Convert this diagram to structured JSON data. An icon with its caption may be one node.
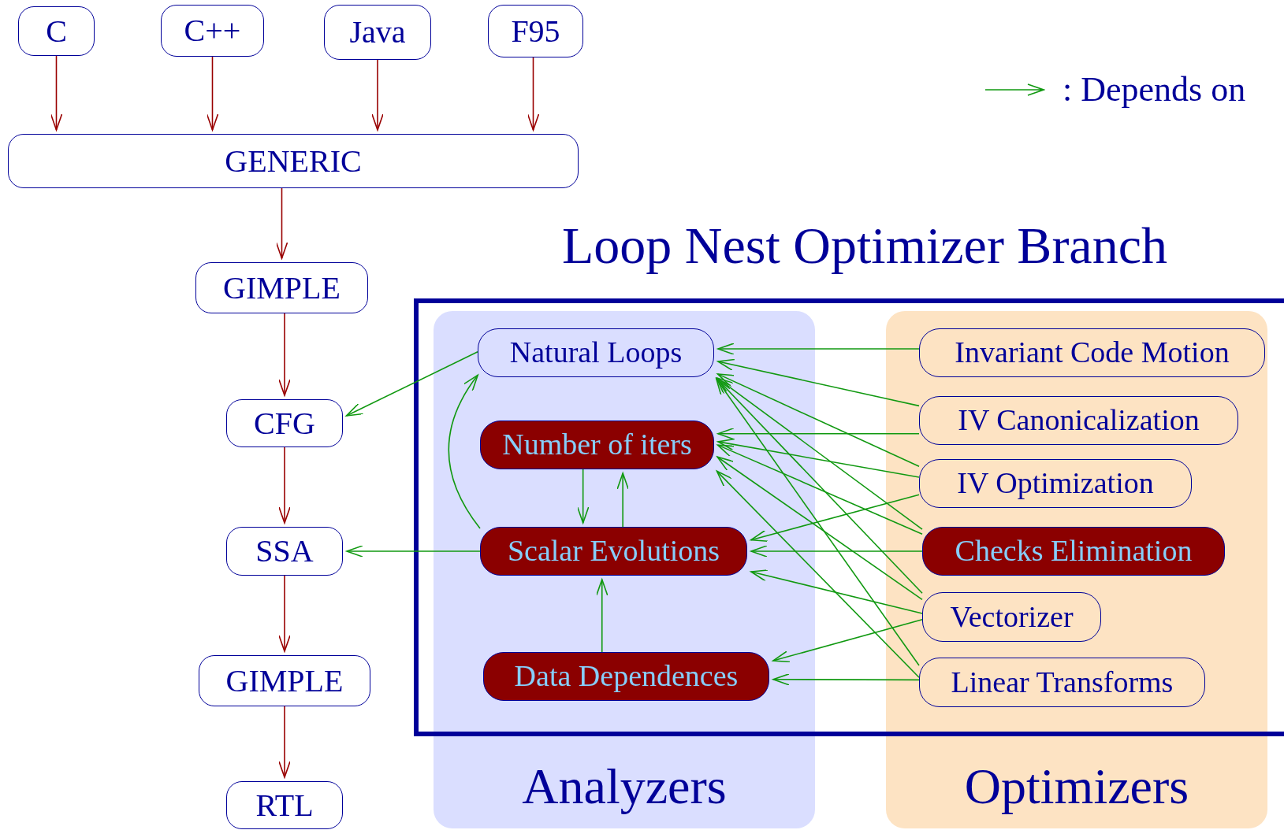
{
  "diagram": {
    "title": "Loop Nest Optimizer Branch",
    "nodes": [
      {
        "text": [
          "C"
        ]
      },
      {
        "text": [
          "C++"
        ]
      },
      {
        "text": [
          "Java"
        ]
      },
      {
        "text": [
          "F95"
        ]
      },
      {
        "text": [
          "GENERIC"
        ]
      },
      {
        "text": [
          "GIMPLE"
        ]
      },
      {
        "text": [
          "CFG"
        ]
      },
      {
        "text": [
          "SSA"
        ]
      },
      {
        "text": [
          "GIMPLE"
        ]
      },
      {
        "text": [
          "RTL"
        ]
      },
      {
        "text": [
          "Analyzers"
        ]
      },
      {
        "text": [
          "Optimizers"
        ]
      },
      {
        "text": [
          "Natural Loops"
        ],
        "in": 10
      },
      {
        "text": [
          "Number of iters"
        ],
        "in": 10
      },
      {
        "text": [
          "Scalar Evolutions"
        ],
        "in": 10
      },
      {
        "text": [
          "Data Dependences"
        ],
        "in": 10
      },
      {
        "text": [
          "Invariant Code Motion"
        ],
        "in": 11
      },
      {
        "text": [
          "IV Canonicalization"
        ],
        "in": 11
      },
      {
        "text": [
          "IV Optimization"
        ],
        "in": 11
      },
      {
        "text": [
          "Checks Elimination"
        ],
        "in": 11
      },
      {
        "text": [
          "Vectorizer"
        ],
        "in": 11
      },
      {
        "text": [
          "Linear Transforms"
        ],
        "in": 11
      }
    ],
    "edges": [
      {
        "from": 0,
        "to": 4,
        "arrow": "to",
        "color": "#990000"
      },
      {
        "from": 1,
        "to": 4,
        "arrow": "to",
        "color": "#990000"
      },
      {
        "from": 2,
        "to": 4,
        "arrow": "to",
        "color": "#990000"
      },
      {
        "from": 3,
        "to": 4,
        "arrow": "to",
        "color": "#990000"
      },
      {
        "from": 4,
        "to": 5,
        "arrow": "to",
        "color": "#990000"
      },
      {
        "from": 5,
        "to": 6,
        "arrow": "to",
        "color": "#990000"
      },
      {
        "from": 6,
        "to": 7,
        "arrow": "to",
        "color": "#990000"
      },
      {
        "from": 7,
        "to": 8,
        "arrow": "to",
        "color": "#990000"
      },
      {
        "from": 8,
        "to": 9,
        "arrow": "to",
        "color": "#990000"
      },
      {
        "from": 12,
        "to": 6,
        "arrow": "to"
      },
      {
        "from": 14,
        "to": 7,
        "arrow": "to"
      },
      {
        "from": 14,
        "to": 12,
        "arrow": "to"
      },
      {
        "from": 13,
        "to": 14,
        "arrow": "to"
      },
      {
        "from": 14,
        "to": 13,
        "arrow": "to"
      },
      {
        "from": 15,
        "to": 14,
        "arrow": "to"
      },
      {
        "from": 16,
        "to": 12,
        "arrow": "to"
      },
      {
        "from": 17,
        "to": 12,
        "arrow": "to"
      },
      {
        "from": 17,
        "to": 13,
        "arrow": "to"
      },
      {
        "from": 18,
        "to": 12,
        "arrow": "to"
      },
      {
        "from": 18,
        "to": 13,
        "arrow": "to"
      },
      {
        "from": 18,
        "to": 14,
        "arrow": "to"
      },
      {
        "from": 19,
        "to": 12,
        "arrow": "to"
      },
      {
        "from": 19,
        "to": 13,
        "arrow": "to"
      },
      {
        "from": 19,
        "to": 14,
        "arrow": "to"
      },
      {
        "from": 20,
        "to": 12,
        "arrow": "to"
      },
      {
        "from": 20,
        "to": 13,
        "arrow": "to"
      },
      {
        "from": 20,
        "to": 14,
        "arrow": "to"
      },
      {
        "from": 20,
        "to": 15,
        "arrow": "to"
      },
      {
        "from": 21,
        "to": 12,
        "arrow": "to"
      },
      {
        "from": 21,
        "to": 13,
        "arrow": "to"
      },
      {
        "from": 21,
        "to": 15,
        "arrow": "to"
      }
    ],
    "legend": [
      {
        "text": ": Depends on"
      }
    ]
  }
}
